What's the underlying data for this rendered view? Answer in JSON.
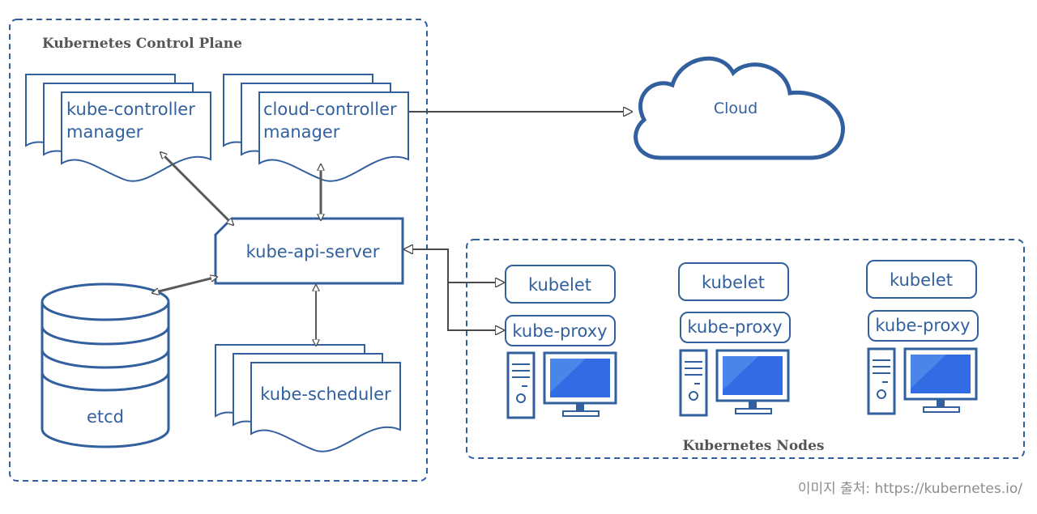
{
  "control_plane": {
    "title": "Kubernetes Control Plane",
    "kube_controller_manager": [
      "kube-controller",
      "manager"
    ],
    "cloud_controller_manager": [
      "cloud-controller",
      "manager"
    ],
    "api_server": "kube-api-server",
    "etcd": "etcd",
    "scheduler": "kube-scheduler"
  },
  "cloud": {
    "label": "Cloud"
  },
  "nodes": {
    "title": "Kubernetes Nodes",
    "items": [
      {
        "kubelet": "kubelet",
        "proxy": "kube-proxy"
      },
      {
        "kubelet": "kubelet",
        "proxy": "kube-proxy"
      },
      {
        "kubelet": "kubelet",
        "proxy": "kube-proxy"
      }
    ]
  },
  "source": "이미지 출처: https://kubernetes.io/",
  "colors": {
    "primary": "#32609f",
    "accent": "#326ce5",
    "arrow": "#5a5a5a"
  }
}
